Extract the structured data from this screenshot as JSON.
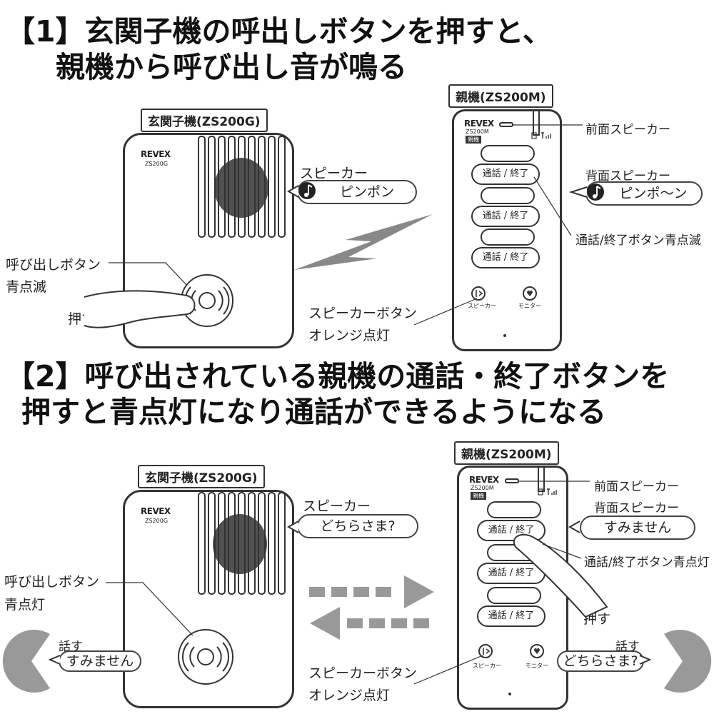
{
  "section1": {
    "heading_line1": "【1】玄関子機の呼出しボタンを押すと、",
    "heading_line2": "親機から呼び出し音が鳴る",
    "door_unit": {
      "box_label": "玄関子機(ZS200G)",
      "brand": "REVEX",
      "model": "ZS200G"
    },
    "base_unit": {
      "box_label": "親機(ZS200M)",
      "brand": "REVEX",
      "model": "ZS200M",
      "tag": "親機"
    },
    "speaker_label": "スピーカー",
    "door_sound": "ピンポン",
    "call_button_label_1": "呼び出しボタン",
    "call_button_label_2": "青点滅",
    "press_label": "押す",
    "front_speaker_label": "前面スピーカー",
    "rear_speaker_label": "背面スピーカー",
    "base_sound": "ピンポ～ン",
    "talk_button_label": "通話/終了ボタン青点滅",
    "speaker_button_label_1": "スピーカーボタン",
    "speaker_button_label_2": "オレンジ点灯",
    "talk_end": "通話 / 終了",
    "speaker_small": "スピーカー",
    "monitor_small": "モニター"
  },
  "section2": {
    "heading_line1": "【2】呼び出されている親機の通話・終了ボタンを",
    "heading_line2": "押すと青点灯になり通話ができるようになる",
    "door_unit": {
      "box_label": "玄関子機(ZS200G)",
      "brand": "REVEX",
      "model": "ZS200G"
    },
    "base_unit": {
      "box_label": "親機(ZS200M)",
      "brand": "REVEX",
      "model": "ZS200M",
      "tag": "親機"
    },
    "speaker_label": "スピーカー",
    "door_speech": "どちらさま?",
    "call_button_label_1": "呼び出しボタン",
    "call_button_label_2": "青点灯",
    "visitor_speak_label": "話す",
    "visitor_speech": "すみません",
    "front_speaker_label": "前面スピーカー",
    "rear_speaker_label": "背面スピーカー",
    "base_speech": "すみません",
    "talk_button_label": "通話/終了ボタン青点灯",
    "press_label": "押す",
    "resident_speak_label": "話す",
    "resident_speech": "どちらさま?",
    "speaker_button_label_1": "スピーカーボタン",
    "speaker_button_label_2": "オレンジ点灯",
    "talk_end": "通話 / 終了",
    "speaker_small": "スピーカー",
    "monitor_small": "モニター"
  }
}
